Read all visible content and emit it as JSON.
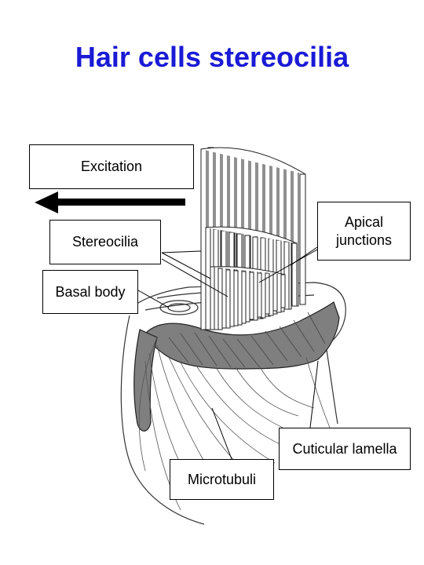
{
  "title": "Hair cells stereocilia",
  "labels": {
    "excitation": "Excitation",
    "stereocilia": "Stereocilia",
    "apical_line1": "Apical",
    "apical_line2": "junctions",
    "basal_body": "Basal body",
    "cuticular_lamella": "Cuticular lamella",
    "microtubuli": "Microtubuli"
  },
  "colors": {
    "title": "#1a1ad6",
    "cuticle_fill": "#7f7f7f",
    "line": "#222222"
  },
  "icons": [
    "excitation-arrow-icon"
  ]
}
